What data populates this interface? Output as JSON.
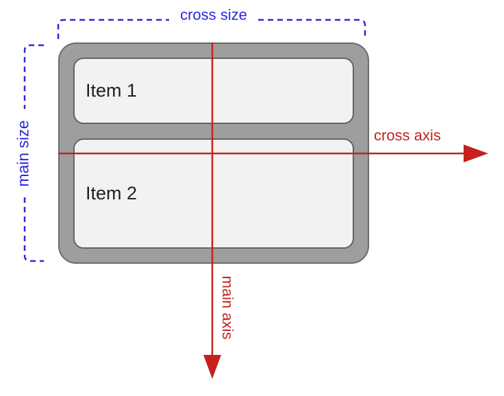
{
  "diagram": {
    "annotations": {
      "cross_size": "cross size",
      "main_size": "main size",
      "cross_axis": "cross axis",
      "main_axis": "main axis"
    },
    "container": {
      "items": [
        {
          "label": "Item 1"
        },
        {
          "label": "Item 2"
        }
      ]
    },
    "icons": {
      "cross_axis_arrow": "arrow-right-icon",
      "main_axis_arrow": "arrow-down-icon"
    },
    "colors": {
      "annotation_blue": "#2b27de",
      "axis_red": "#c62020",
      "container_fill": "#9e9e9e",
      "container_border": "#6b6b6b",
      "item_fill": "#f2f2f2",
      "item_border": "#636363",
      "item_text": "#212121",
      "background": "#ffffff"
    }
  }
}
